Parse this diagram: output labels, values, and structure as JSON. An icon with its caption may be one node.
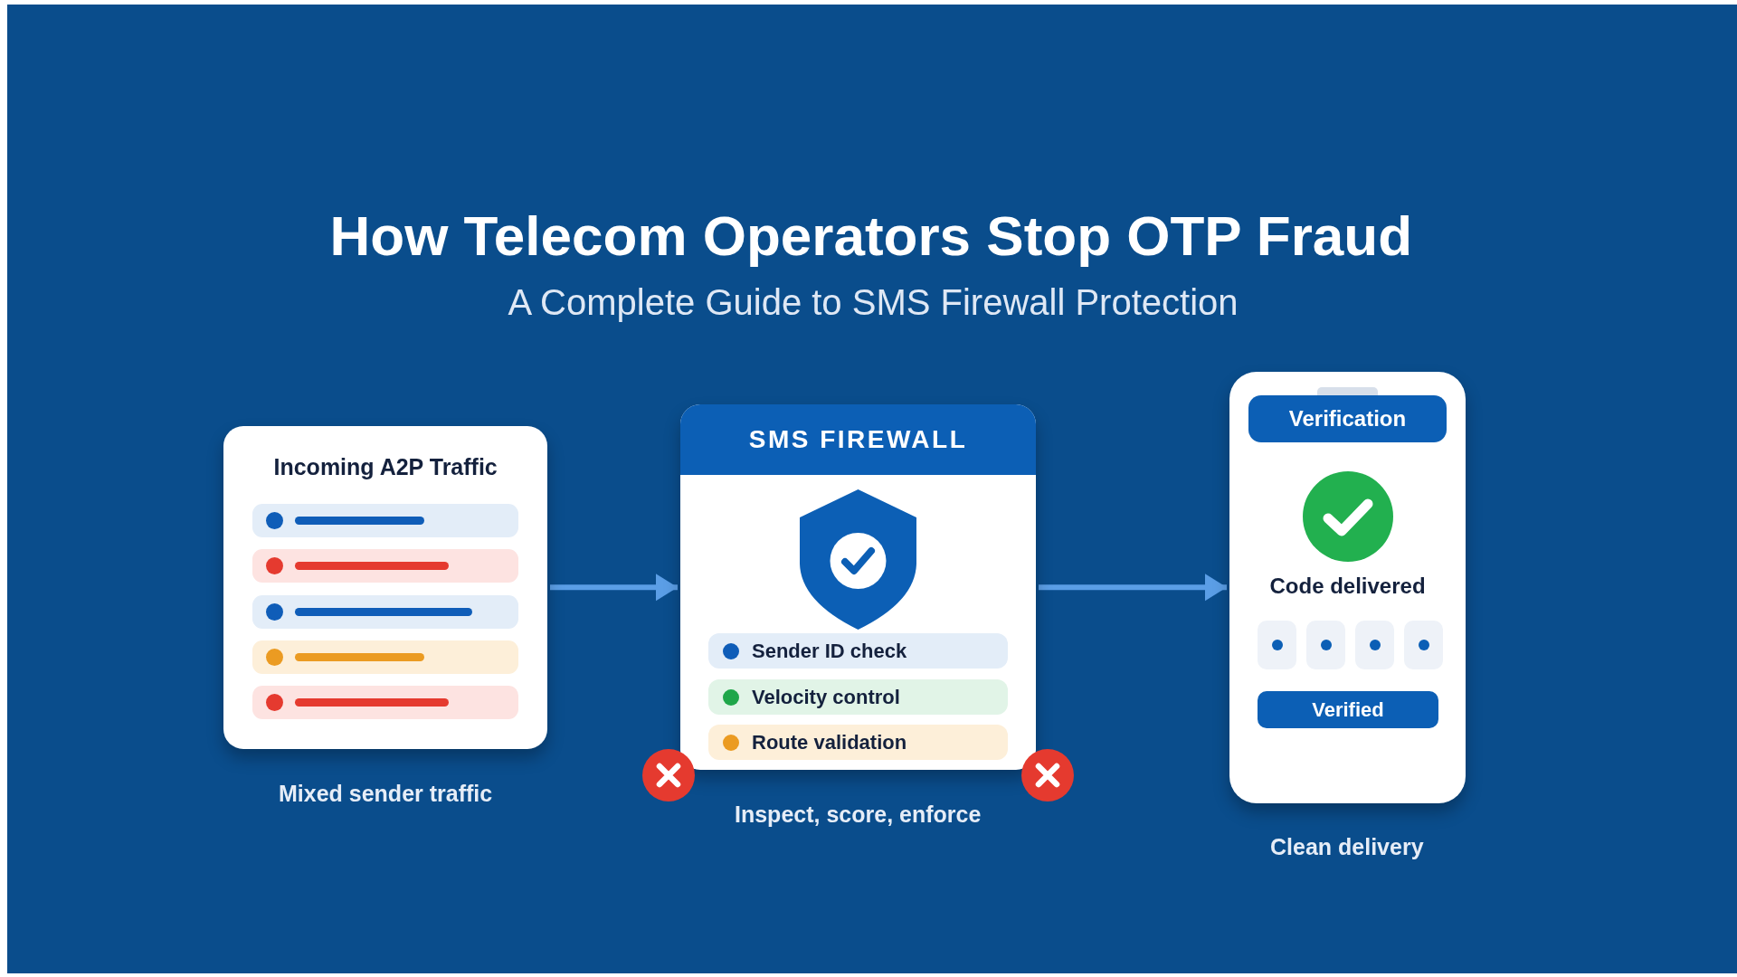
{
  "diagram": {
    "title": "How Telecom Operators Stop OTP Fraud",
    "nodes": [
      {
        "text": [
          "Incoming A2P Traffic"
        ],
        "beside": [
          "Mixed sender traffic"
        ]
      },
      {
        "text": [],
        "shape": "bar",
        "in": 0
      },
      {
        "text": [],
        "shape": "bar",
        "in": 0
      },
      {
        "text": [],
        "shape": "bar",
        "in": 0
      },
      {
        "text": [],
        "shape": "bar",
        "in": 0
      },
      {
        "text": [],
        "shape": "bar",
        "in": 0
      },
      {
        "text": [
          "SMS FIREWALL"
        ],
        "beside": [
          "Inspect, score, enforce"
        ]
      },
      {
        "text": [
          "Sender ID check"
        ],
        "in": 6
      },
      {
        "text": [
          "Velocity control"
        ],
        "in": 6
      },
      {
        "text": [
          "Route validation"
        ],
        "in": 6
      },
      {
        "text": [
          "Code delivered"
        ],
        "beside": [
          "Clean delivery"
        ]
      },
      {
        "text": [
          "Verification"
        ],
        "in": 10
      },
      {
        "text": [],
        "shape": "box",
        "in": 10
      },
      {
        "text": [],
        "shape": "box",
        "in": 10
      },
      {
        "text": [],
        "shape": "box",
        "in": 10
      },
      {
        "text": [],
        "shape": "box",
        "in": 10
      },
      {
        "text": [
          "Verified"
        ],
        "in": 10
      }
    ],
    "edges": [
      {
        "from": 0,
        "to": 6,
        "arrow": "to"
      },
      {
        "from": 6,
        "to": 10,
        "arrow": "to"
      }
    ],
    "labels": [
      "A Complete Guide to SMS Firewall Protection"
    ]
  }
}
